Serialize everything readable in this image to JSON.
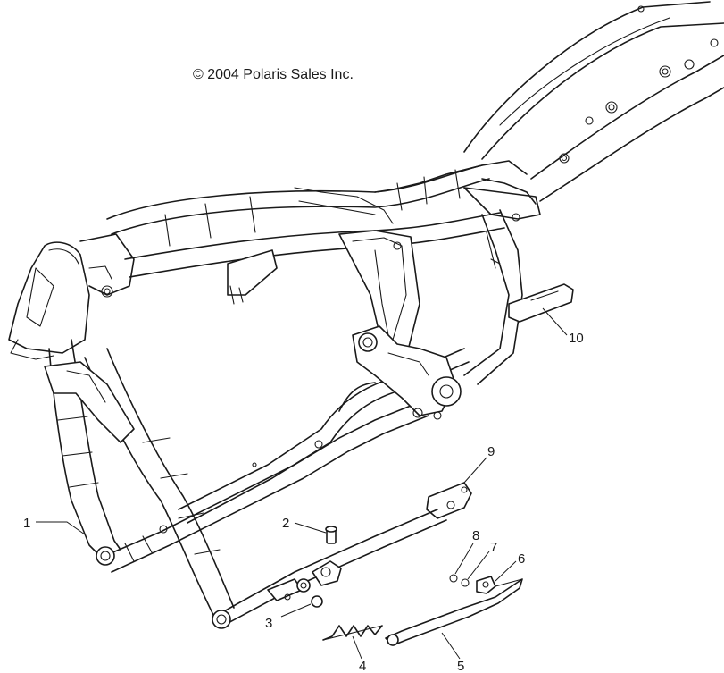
{
  "copyright": "© 2004 Polaris Sales Inc.",
  "callouts": [
    {
      "id": "1",
      "label": "1",
      "part": "frame"
    },
    {
      "id": "2",
      "label": "2",
      "part": "bolt"
    },
    {
      "id": "3",
      "label": "3",
      "part": "nut"
    },
    {
      "id": "4",
      "label": "4",
      "part": "spring"
    },
    {
      "id": "5",
      "label": "5",
      "part": "kickstand"
    },
    {
      "id": "6",
      "label": "6",
      "part": "kickstand-pivot"
    },
    {
      "id": "7",
      "label": "7",
      "part": "washer"
    },
    {
      "id": "8",
      "label": "8",
      "part": "ball"
    },
    {
      "id": "9",
      "label": "9",
      "part": "mount-bracket"
    },
    {
      "id": "10",
      "label": "10",
      "part": "crossmember"
    }
  ]
}
